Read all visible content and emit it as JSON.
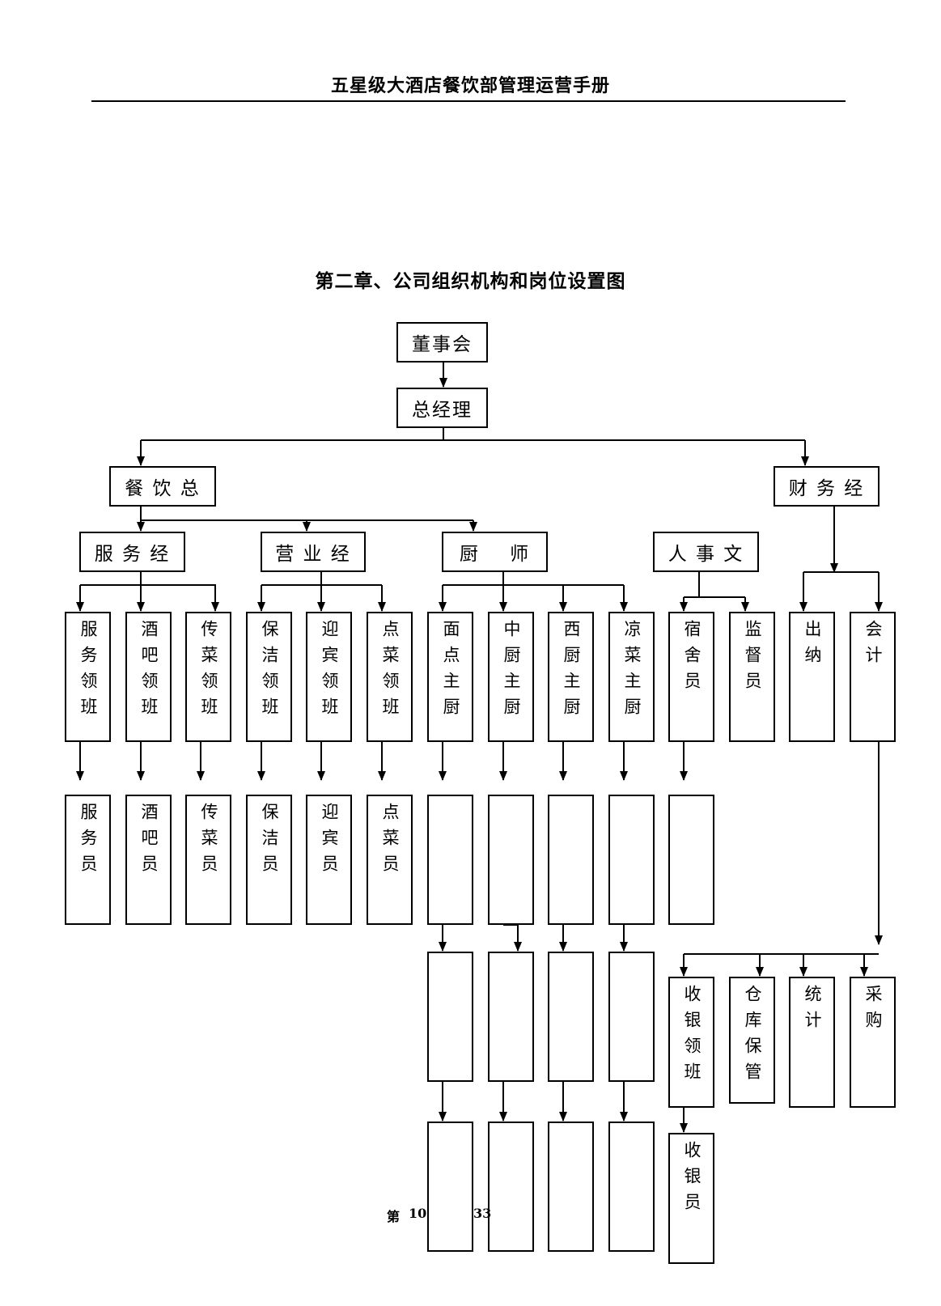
{
  "document": {
    "header": "五星级大酒店餐饮部管理运营手册",
    "title": "第二章、公司组织机构和岗位设置图",
    "footer": {
      "prefix": "第",
      "page": "10",
      "total": "33"
    }
  },
  "org": {
    "board": "董事会",
    "gm": "总经理",
    "fnb_director": "餐 饮 总",
    "finance_manager": "财 务 经",
    "service_manager": "服 务 经",
    "sales_manager": "营 业 经",
    "chef": "厨    师",
    "hr": "人 事 文",
    "leads": {
      "service_lead": "服务领班",
      "bar_lead": "酒吧领班",
      "runner_lead": "传菜领班",
      "cleaning_lead": "保洁领班",
      "greeter_lead": "迎宾领班",
      "order_lead": "点菜领班",
      "pastry_chef": "面点主厨",
      "chinese_chef": "中厨主厨",
      "western_chef": "西厨主厨",
      "cold_chef": "凉菜主厨",
      "dorm_staff": "宿舍员",
      "supervisor": "监督员",
      "cashier": "出纳",
      "accountant": "会计"
    },
    "staff": {
      "service_staff": "服务员",
      "bar_staff": "酒吧员",
      "runner_staff": "传菜员",
      "cleaning_staff": "保洁员",
      "greeter_staff": "迎宾员",
      "order_staff": "点菜员"
    },
    "accounting": {
      "cashier_lead": "收银领班",
      "warehouse": "仓库保管",
      "statistics": "统计",
      "purchasing": "采购",
      "cashier_staff": "收银员"
    }
  }
}
